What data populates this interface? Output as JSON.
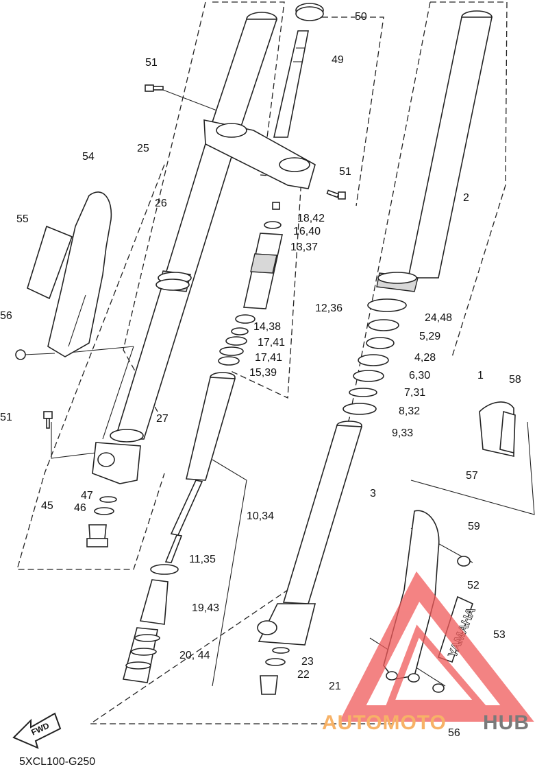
{
  "diagram": {
    "labels": {
      "p1": "1",
      "p2": "2",
      "p3": "3",
      "p4": "4,28",
      "p5": "5,29",
      "p6": "6,30",
      "p7": "7,31",
      "p8": "8,32",
      "p9": "9,33",
      "p10": "10,34",
      "p11": "11,35",
      "p12": "12,36",
      "p13": "13,37",
      "p14": "14,38",
      "p15": "15,39",
      "p16": "16,40",
      "p17a": "17,41",
      "p17b": "17,41",
      "p18": "18,42",
      "p19": "19,43",
      "p20": "20, 44",
      "p21": "21",
      "p22": "22",
      "p23": "23",
      "p24": "24,48",
      "p25": "25",
      "p26": "26",
      "p27": "27",
      "p45": "45",
      "p46": "46",
      "p47": "47",
      "p49": "49",
      "p50": "50",
      "p51a": "51",
      "p51b": "51",
      "p51c": "51",
      "p52": "52",
      "p53": "53",
      "p54": "54",
      "p55": "55",
      "p56a": "56",
      "p56b": "56",
      "p57": "57",
      "p58": "58",
      "p59": "59"
    },
    "drawing_code": "5XCL100-G250",
    "fwd_label": "FWD",
    "guard_brand": "YAMAHA"
  },
  "watermark": {
    "brand_a": "AUTOMOTO",
    "brand_b": "HUB",
    "colors": {
      "triangle": "#f05a5a",
      "text_a": "#f7b267",
      "text_b": "#7a7a7a"
    }
  },
  "icons": [
    "fwd-arrow-icon",
    "automotohub-triangle-logo-icon"
  ]
}
